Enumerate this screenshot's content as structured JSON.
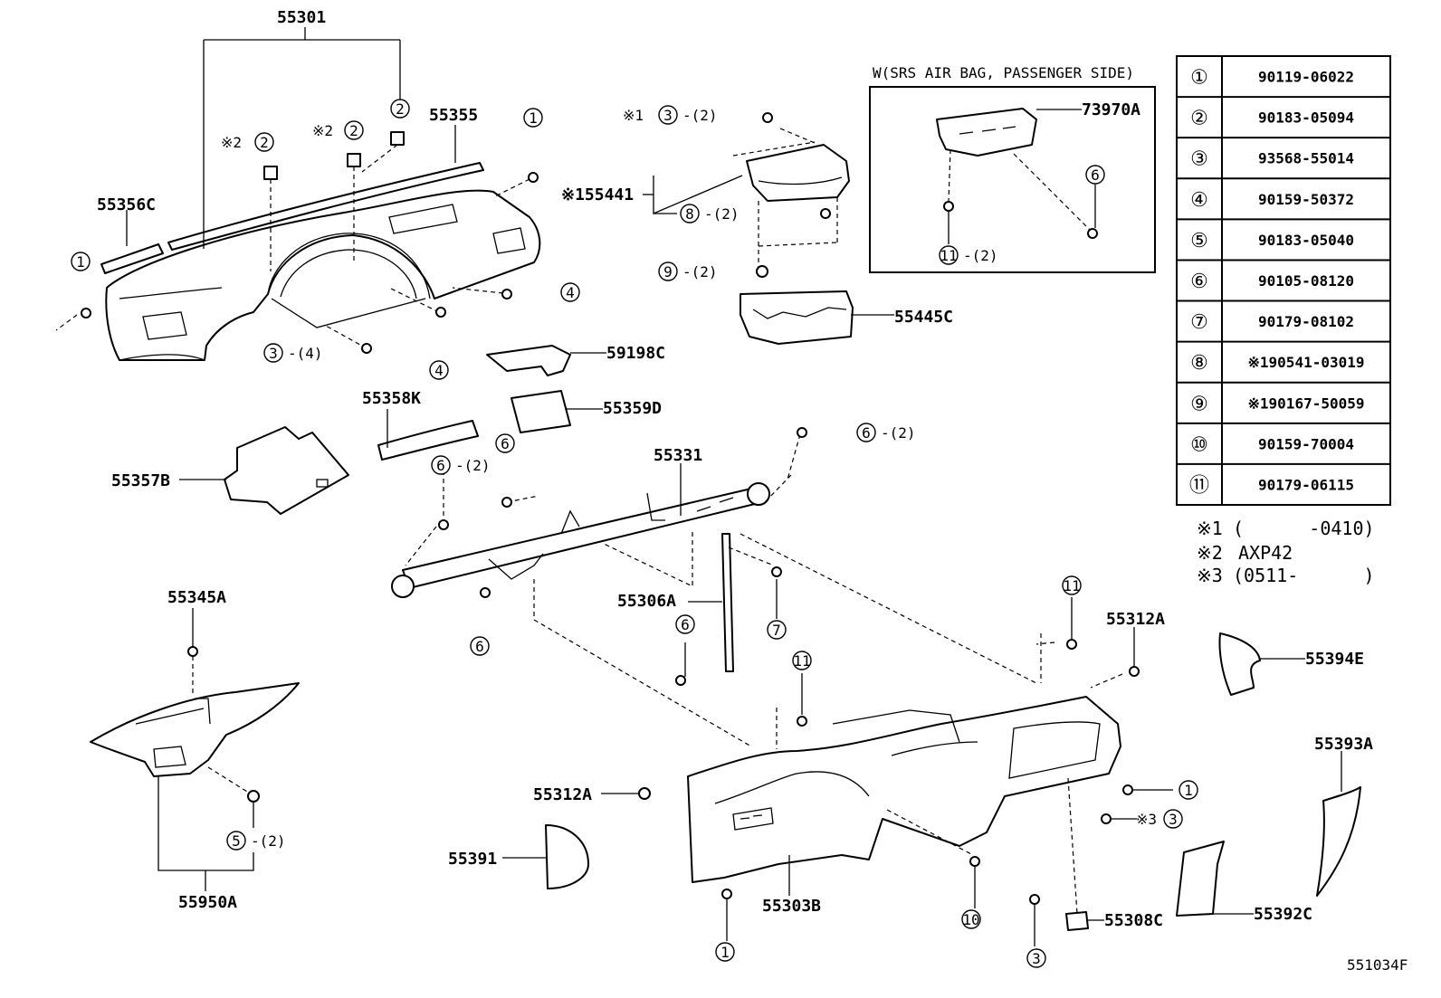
{
  "diagram_id": "551034F",
  "inset_title": "W(SRS AIR BAG, PASSENGER SIDE)",
  "labels": {
    "p55301": "55301",
    "p55355": "55355",
    "p55356C": "55356C",
    "p55441": "※155441",
    "p73970A": "73970A",
    "p55445C": "55445C",
    "p59198C": "59198C",
    "p55358K": "55358K",
    "p55359D": "55359D",
    "p55357B": "55357B",
    "p55331": "55331",
    "p55306A": "55306A",
    "p55345A": "55345A",
    "p55312A_a": "55312A",
    "p55312A_b": "55312A",
    "p55394E": "55394E",
    "p55393A": "55393A",
    "p55391": "55391",
    "p55303B": "55303B",
    "p55308C": "55308C",
    "p55392C": "55392C",
    "p55950A": "55950A"
  },
  "callouts": {
    "c3_top_pre": "※1",
    "c3_top_qty": "-(2)",
    "c8_qty": "-(2)",
    "c9_qty": "-(2)",
    "c11_inset_qty": "-(2)",
    "c3_dash_qty": "-(4)",
    "c6_a_qty": "-(2)",
    "c6_b_qty": "-(2)",
    "c5_qty": "-(2)",
    "c2_l_pre": "※2",
    "c2_m_pre": "※2",
    "c3_right_pre": "※3"
  },
  "circled": [
    "①",
    "②",
    "③",
    "④",
    "⑤",
    "⑥",
    "⑦",
    "⑧",
    "⑨",
    "⑩",
    "⑪"
  ],
  "parts_table": {
    "rows": [
      {
        "key": "①",
        "part": "90119-06022"
      },
      {
        "key": "②",
        "part": "90183-05094"
      },
      {
        "key": "③",
        "part": "93568-55014"
      },
      {
        "key": "④",
        "part": "90159-50372"
      },
      {
        "key": "⑤",
        "part": "90183-05040"
      },
      {
        "key": "⑥",
        "part": "90105-08120"
      },
      {
        "key": "⑦",
        "part": "90179-08102"
      },
      {
        "key": "⑧",
        "part": "※190541-03019"
      },
      {
        "key": "⑨",
        "part": "※190167-50059"
      },
      {
        "key": "⑩",
        "part": "90159-70004"
      },
      {
        "key": "⑪",
        "part": "90179-06115"
      }
    ]
  },
  "notes": [
    {
      "mark": "※1",
      "text": "(      -0410)"
    },
    {
      "mark": "※2",
      "text": "AXP42"
    },
    {
      "mark": "※3",
      "text": "(0511-      )"
    }
  ]
}
